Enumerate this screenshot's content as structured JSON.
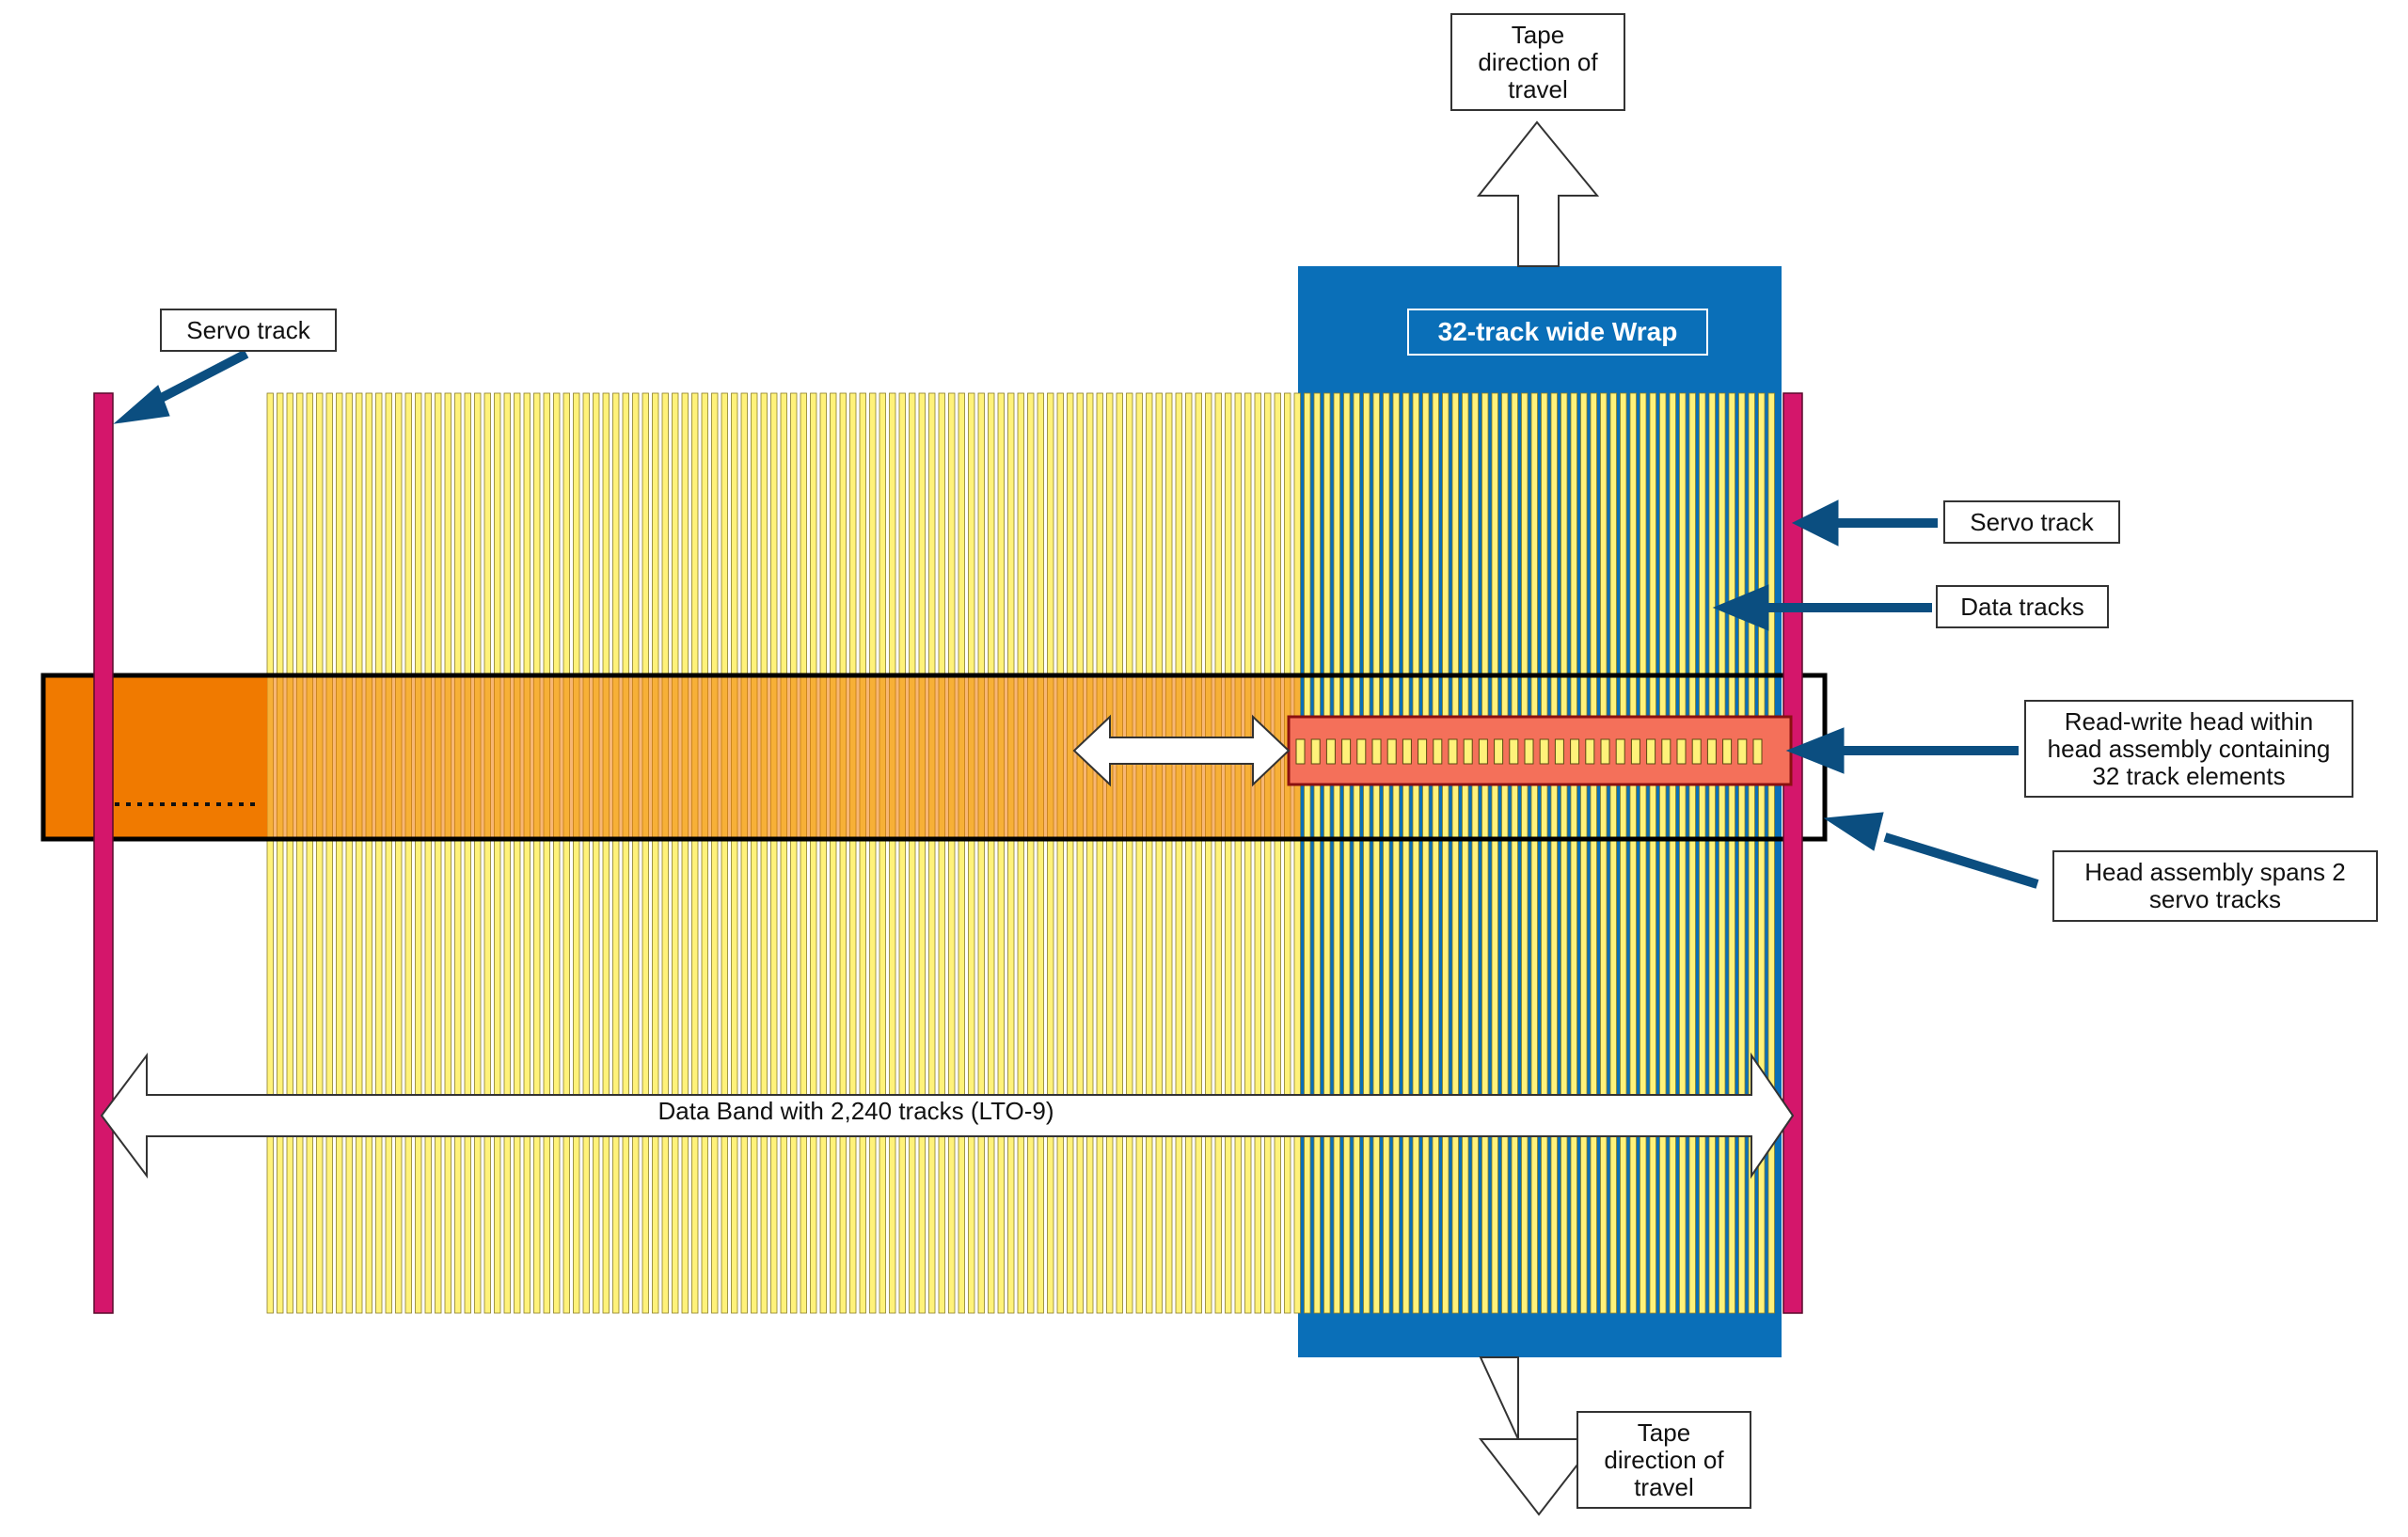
{
  "labels": {
    "tape_direction_top": [
      "Tape",
      "direction of",
      "travel"
    ],
    "tape_direction_bottom": [
      "Tape",
      "direction of",
      "travel"
    ],
    "servo_track_left": "Servo track",
    "servo_track_right": "Servo track",
    "data_tracks": "Data tracks",
    "read_write_head": [
      "Read-write head within",
      "head assembly containing",
      "32 track elements"
    ],
    "head_assembly": [
      "Head assembly spans 2",
      "servo tracks"
    ],
    "wrap_title": "32-track wide Wrap",
    "data_band": "Data Band with 2,240 tracks (LTO-9)"
  },
  "colors": {
    "servo": "#d4166b",
    "track_fill": "#fff27a",
    "track_stroke": "#8a7d2a",
    "wrap_blue": "#0a6fb8",
    "head_assembly": "#f07a00",
    "rw_head": "#f4705a",
    "pointer_arrow": "#0b4e80"
  }
}
